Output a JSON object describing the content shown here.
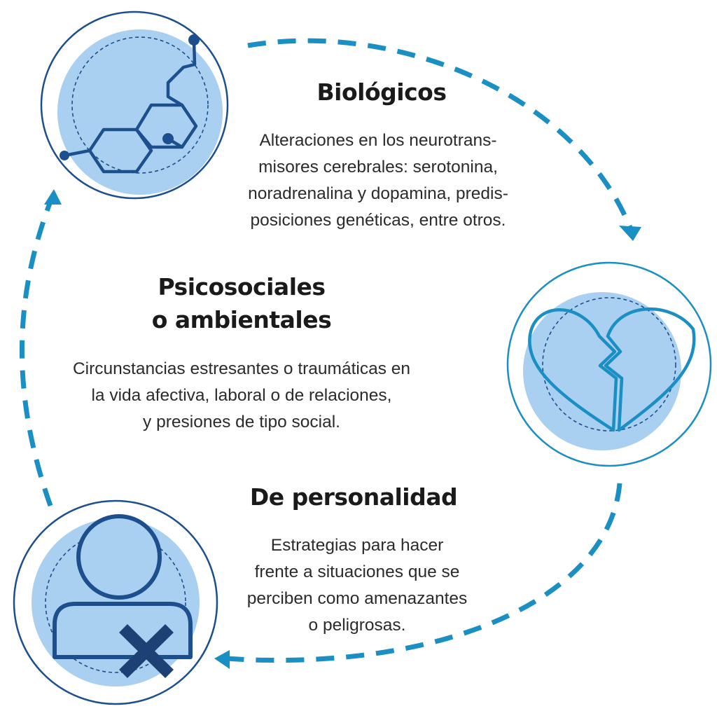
{
  "colors": {
    "cycle": "#1a8fc4",
    "icon_circle_fill": "#a9d0f0",
    "icon_stroke_dark": "#1d4f8f",
    "icon_stroke_heart": "#1a8fc4",
    "x_mark": "#1d4174"
  },
  "biologicos": {
    "title": "Biológicos",
    "lines": [
      "Alteraciones en los neurotrans-",
      "misores cerebrales: serotonina,",
      "noradrenalina y dopamina, predis-",
      "posiciones genéticas, entre otros."
    ]
  },
  "psicosociales": {
    "title_lines": [
      "Psicosociales",
      "o ambientales"
    ],
    "lines": [
      "Circunstancias estresantes o traumáticas en",
      "la vida afectiva, laboral o de relaciones,",
      "y presiones de tipo social."
    ]
  },
  "personalidad": {
    "title": "De personalidad",
    "lines": [
      "Estrategias para hacer",
      "frente a situaciones que se",
      "perciben como amenazantes",
      "o peligrosas."
    ]
  },
  "icons": {
    "molecule": "molecule-icon",
    "heart": "broken-heart-icon",
    "person": "person-x-icon"
  }
}
